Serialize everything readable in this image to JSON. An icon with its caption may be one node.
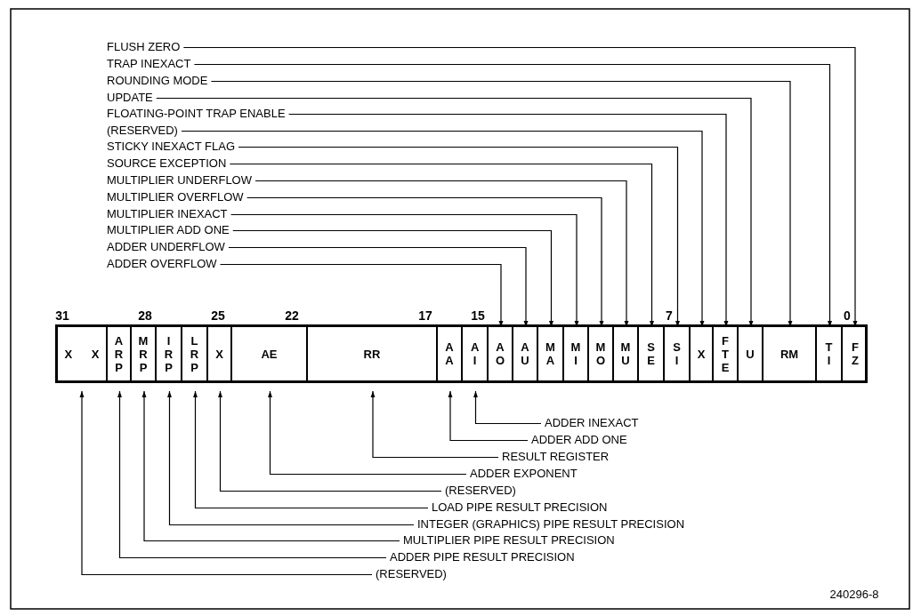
{
  "diagram": {
    "nodes": [
      {
        "text": [
          "FLUSH ZERO"
        ]
      },
      {
        "text": [
          "TRAP INEXACT"
        ]
      },
      {
        "text": [
          "ROUNDING MODE"
        ]
      },
      {
        "text": [
          "UPDATE"
        ]
      },
      {
        "text": [
          "FLOATING-POINT TRAP ENABLE"
        ]
      },
      {
        "text": [
          "(RESERVED)"
        ]
      },
      {
        "text": [
          "STICKY INEXACT FLAG"
        ]
      },
      {
        "text": [
          "SOURCE EXCEPTION"
        ]
      },
      {
        "text": [
          "MULTIPLIER UNDERFLOW"
        ]
      },
      {
        "text": [
          "MULTIPLIER OVERFLOW"
        ]
      },
      {
        "text": [
          "MULTIPLIER INEXACT"
        ]
      },
      {
        "text": [
          "MULTIPLIER ADD ONE"
        ]
      },
      {
        "text": [
          "ADDER UNDERFLOW"
        ]
      },
      {
        "text": [
          "ADDER OVERFLOW"
        ]
      },
      {
        "text": [],
        "shape": "box"
      },
      {
        "text": [
          "X X"
        ],
        "in": 14
      },
      {
        "text": [
          "A R P"
        ],
        "in": 14
      },
      {
        "text": [
          "M R P"
        ],
        "in": 14
      },
      {
        "text": [
          "I R P"
        ],
        "in": 14
      },
      {
        "text": [
          "L R P"
        ],
        "in": 14
      },
      {
        "text": [
          "X"
        ],
        "in": 14
      },
      {
        "text": [
          "AE"
        ],
        "in": 14
      },
      {
        "text": [
          "RR"
        ],
        "in": 14
      },
      {
        "text": [
          "A A"
        ],
        "in": 14
      },
      {
        "text": [
          "A I"
        ],
        "in": 14
      },
      {
        "text": [
          "A O"
        ],
        "in": 14
      },
      {
        "text": [
          "A U"
        ],
        "in": 14
      },
      {
        "text": [
          "M A"
        ],
        "in": 14
      },
      {
        "text": [
          "M I"
        ],
        "in": 14
      },
      {
        "text": [
          "M O"
        ],
        "in": 14
      },
      {
        "text": [
          "M U"
        ],
        "in": 14
      },
      {
        "text": [
          "S E"
        ],
        "in": 14
      },
      {
        "text": [
          "S I"
        ],
        "in": 14
      },
      {
        "text": [
          "X"
        ],
        "in": 14
      },
      {
        "text": [
          "F T E"
        ],
        "in": 14
      },
      {
        "text": [
          "U"
        ],
        "in": 14
      },
      {
        "text": [
          "RM"
        ],
        "in": 14
      },
      {
        "text": [
          "T I"
        ],
        "in": 14
      },
      {
        "text": [
          "F Z"
        ],
        "in": 14
      },
      {
        "text": [
          "ADDER INEXACT"
        ]
      },
      {
        "text": [
          "ADDER ADD ONE"
        ]
      },
      {
        "text": [
          "RESULT REGISTER"
        ]
      },
      {
        "text": [
          "ADDER EXPONENT"
        ]
      },
      {
        "text": [
          "(RESERVED)"
        ]
      },
      {
        "text": [
          "LOAD PIPE RESULT PRECISION"
        ]
      },
      {
        "text": [
          "INTEGER (GRAPHICS) PIPE RESULT PRECISION"
        ]
      },
      {
        "text": [
          "MULTIPLIER PIPE RESULT PRECISION"
        ]
      },
      {
        "text": [
          "ADDER PIPE RESULT PRECISION"
        ]
      },
      {
        "text": [
          "(RESERVED)"
        ]
      }
    ],
    "edges": [
      {
        "from": 0,
        "to": 38,
        "arrow": "to"
      },
      {
        "from": 1,
        "to": 37,
        "arrow": "to"
      },
      {
        "from": 2,
        "to": 36,
        "arrow": "to"
      },
      {
        "from": 3,
        "to": 35,
        "arrow": "to"
      },
      {
        "from": 4,
        "to": 34,
        "arrow": "to"
      },
      {
        "from": 5,
        "to": 33,
        "arrow": "to"
      },
      {
        "from": 6,
        "to": 32,
        "arrow": "to"
      },
      {
        "from": 7,
        "to": 31,
        "arrow": "to"
      },
      {
        "from": 8,
        "to": 30,
        "arrow": "to"
      },
      {
        "from": 9,
        "to": 29,
        "arrow": "to"
      },
      {
        "from": 10,
        "to": 28,
        "arrow": "to"
      },
      {
        "from": 11,
        "to": 27,
        "arrow": "to"
      },
      {
        "from": 12,
        "to": 26,
        "arrow": "to"
      },
      {
        "from": 13,
        "to": 25,
        "arrow": "to"
      },
      {
        "from": 39,
        "to": 24,
        "arrow": "to"
      },
      {
        "from": 40,
        "to": 23,
        "arrow": "to"
      },
      {
        "from": 41,
        "to": 22,
        "arrow": "to"
      },
      {
        "from": 42,
        "to": 21,
        "arrow": "to"
      },
      {
        "from": 43,
        "to": 20,
        "arrow": "to"
      },
      {
        "from": 44,
        "to": 19,
        "arrow": "to"
      },
      {
        "from": 45,
        "to": 18,
        "arrow": "to"
      },
      {
        "from": 46,
        "to": 17,
        "arrow": "to"
      },
      {
        "from": 47,
        "to": 16,
        "arrow": "to"
      },
      {
        "from": 48,
        "to": 15,
        "arrow": "to"
      }
    ],
    "labels": [
      "31",
      "28",
      "25",
      "22",
      "17",
      "15",
      "7",
      "0",
      "240296-8"
    ]
  }
}
